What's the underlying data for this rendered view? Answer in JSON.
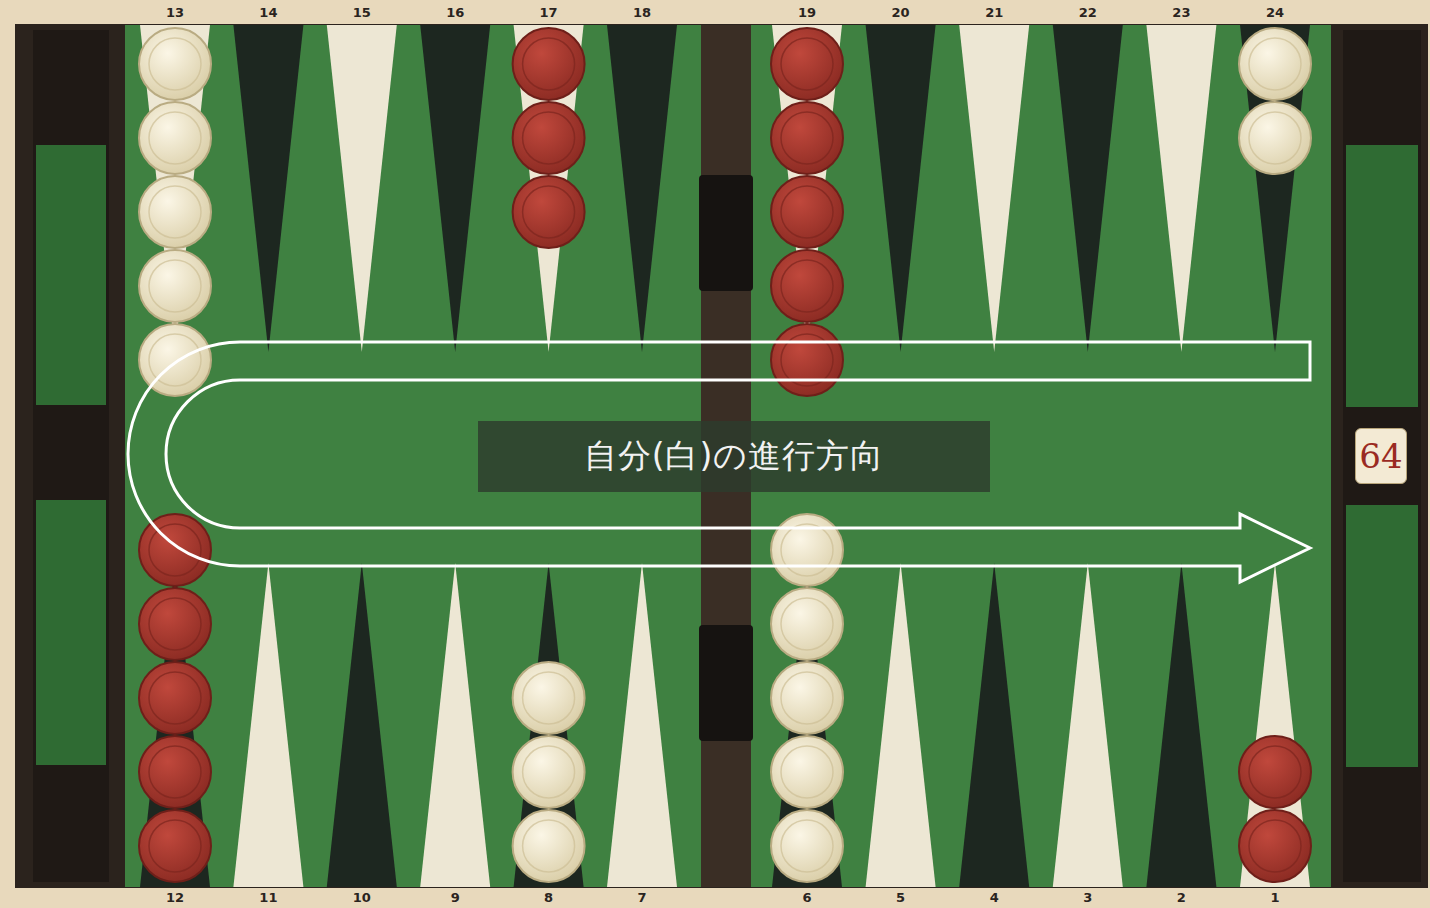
{
  "diagram": {
    "nodes": [
      {
        "text": [
          "自分(白)の進行方向"
        ]
      },
      {
        "text": [
          "64"
        ]
      }
    ],
    "labels": [
      "13",
      "14",
      "15",
      "16",
      "17",
      "18",
      "19",
      "20",
      "21",
      "22",
      "23",
      "24",
      "12",
      "11",
      "10",
      "9",
      "8",
      "7",
      "6",
      "5",
      "4",
      "3",
      "2",
      "1"
    ]
  }
}
